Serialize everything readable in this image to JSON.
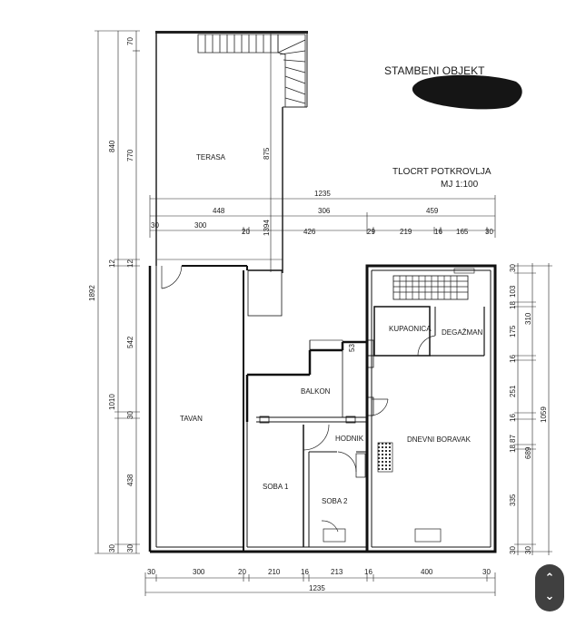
{
  "title": {
    "line1": "STAMBENI OBJEKT",
    "line2": "TLOCRT POTKROVLJA",
    "line3": "MJ   1:100"
  },
  "rooms": {
    "terasa": "TERASA",
    "tavan": "TAVAN",
    "balkon": "BALKON",
    "kupaonica": "KUPAONICA",
    "degazman": "DEGAŽMAN",
    "hodnik": "HODNIK",
    "dnevni": "DNEVNI BORAVAK",
    "soba1": "SOBA  1",
    "soba2": "SOBA  2"
  },
  "dims": {
    "left_outer": "1892",
    "left_mid_a": "840",
    "left_mid_b": "770",
    "left_top": "70",
    "left_12a": "12",
    "left_12b": "12",
    "left_1010": "1010",
    "left_542": "542",
    "left_30": "30",
    "left_438": "438",
    "left_30b": "30",
    "left_30c": "30",
    "inner_875": "875",
    "inner_1394": "1394",
    "top_total": "1235",
    "top_448": "448",
    "top_306": "306",
    "top_459": "459",
    "top_30a": "30",
    "top_300": "300",
    "top_20": "20",
    "top_426": "426",
    "top_29": "29",
    "top_219": "219",
    "top_16": "16",
    "top_165": "165",
    "top_30b": "30",
    "right_30a": "30",
    "right_103": "103",
    "right_310": "310",
    "right_18a": "18",
    "right_175": "175",
    "right_16a": "16",
    "right_251": "251",
    "right_16b": "16",
    "right_1059": "1059",
    "right_87": "87",
    "right_18b": "18",
    "right_689": "689",
    "right_335": "335",
    "right_30b": "30",
    "right_30c": "30",
    "bot_30a": "30",
    "bot_300": "300",
    "bot_20": "20",
    "bot_210": "210",
    "bot_16a": "16",
    "bot_213": "213",
    "bot_16b": "16",
    "bot_400": "400",
    "bot_30b": "30",
    "bot_total": "1235",
    "small_53": "53"
  }
}
